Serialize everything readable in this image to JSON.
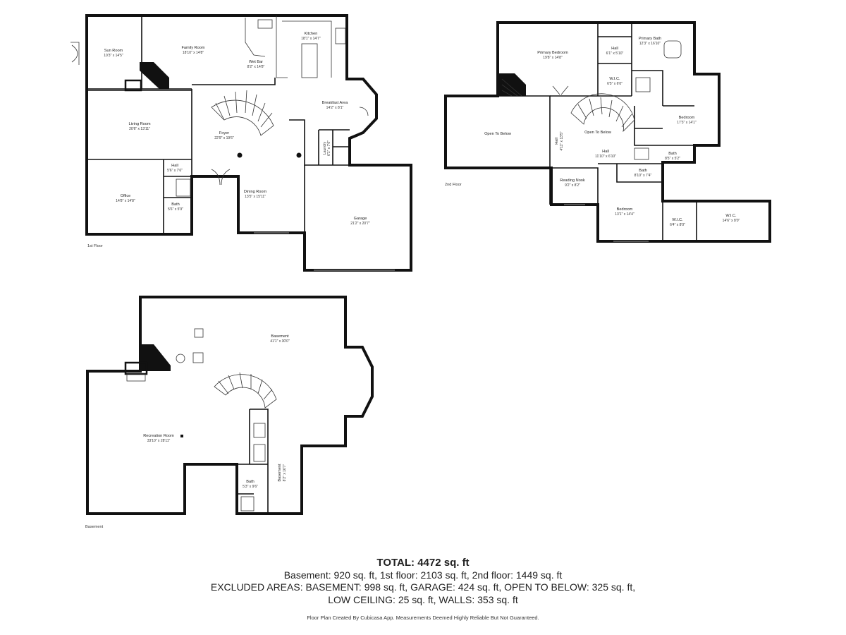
{
  "floors": {
    "first": {
      "label": "1st Floor",
      "rooms": {
        "sun_room": {
          "name": "Sun Room",
          "dim": "10'3\" x 14'5\""
        },
        "family_room": {
          "name": "Family Room",
          "dim": "18'10\" x 14'8\""
        },
        "wet_bar": {
          "name": "Wet Bar",
          "dim": "8'2\" x 14'8\""
        },
        "kitchen": {
          "name": "Kitchen",
          "dim": "18'1\" x 14'7\""
        },
        "breakfast": {
          "name": "Breakfast Area",
          "dim": "14'2\" x 8'1\""
        },
        "living_room": {
          "name": "Living Room",
          "dim": "20'6\" x 13'11\""
        },
        "foyer": {
          "name": "Foyer",
          "dim": "22'9\" x 19'6\""
        },
        "hall": {
          "name": "Hall",
          "dim": "5'6\" x 7'6\""
        },
        "office": {
          "name": "Office",
          "dim": "14'8\" x 14'8\""
        },
        "bath": {
          "name": "Bath",
          "dim": "5'6\" x 5'9\""
        },
        "dining_room": {
          "name": "Dining Room",
          "dim": "13'5\" x 15'11\""
        },
        "garage": {
          "name": "Garage",
          "dim": "21'2\" x 20'7\""
        },
        "laundry": {
          "name": "Laundry",
          "dim": "6'1\" x 7'6\""
        }
      }
    },
    "second": {
      "label": "2nd Floor",
      "rooms": {
        "primary_bedroom": {
          "name": "Primary Bedroom",
          "dim": "19'8\" x 14'8\""
        },
        "hall_a": {
          "name": "Hall",
          "dim": "6'1\" x 5'10\""
        },
        "primary_bath": {
          "name": "Primary Bath",
          "dim": "12'3\" x 16'10\""
        },
        "wic_a": {
          "name": "W.I.C.",
          "dim": "6'5\" x 6'0\""
        },
        "open_below_a": {
          "name": "Open To Below",
          "dim": ""
        },
        "open_below_b": {
          "name": "Open To Below",
          "dim": ""
        },
        "hall_b": {
          "name": "Hall",
          "dim": "4'11\" x 13'5\""
        },
        "hall_c": {
          "name": "Hall",
          "dim": "11'10\" x 6'10\""
        },
        "bedroom_a": {
          "name": "Bedroom",
          "dim": "17'3\" x 14'1\""
        },
        "bath_a": {
          "name": "Bath",
          "dim": "8'5\" x 5'2\""
        },
        "bath_b": {
          "name": "Bath",
          "dim": "8'10\" x 7'4\""
        },
        "reading_nook": {
          "name": "Reading Nook",
          "dim": "9'2\" x 8'2\""
        },
        "bedroom_b": {
          "name": "Bedroom",
          "dim": "13'1\" x 14'4\""
        },
        "wic_b": {
          "name": "W.I.C.",
          "dim": "6'4\" x 8'0\""
        },
        "wic_c": {
          "name": "W.I.C.",
          "dim": "14'6\" x 8'0\""
        }
      }
    },
    "basement": {
      "label": "Basement",
      "rooms": {
        "basement_main": {
          "name": "Basement",
          "dim": "41'1\" x 30'0\""
        },
        "recreation": {
          "name": "Recreation Room",
          "dim": "33'10\" x 28'11\""
        },
        "bath": {
          "name": "Bath",
          "dim": "5'3\" x 9'6\""
        },
        "basement_side": {
          "name": "Basement",
          "dim": "8'2\" x 16'7\""
        }
      }
    }
  },
  "summary": {
    "total": "TOTAL: 4472 sq. ft",
    "line1": "Basement: 920 sq. ft, 1st floor: 2103 sq. ft, 2nd floor: 1449 sq. ft",
    "line2": "EXCLUDED AREAS: BASEMENT: 998 sq. ft, GARAGE: 424 sq. ft, OPEN TO BELOW: 325 sq. ft,",
    "line3": "LOW CEILING: 25 sq. ft, WALLS: 353 sq. ft",
    "credit": "Floor Plan Created By Cubicasa App. Measurements Deemed Highly Reliable But Not Guaranteed."
  }
}
